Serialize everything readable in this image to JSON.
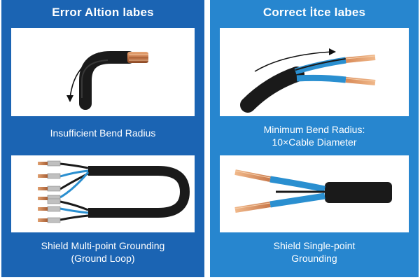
{
  "left": {
    "title": "Error Altion labes",
    "top_caption": "Insufficient Bend Radius",
    "bottom_caption_line1": "Shield Multi-point Grounding",
    "bottom_caption_line2": "(Ground Loop)"
  },
  "right": {
    "title": "Correct ⅰtce labes",
    "top_caption_line1": "Minimum Bend Radius:",
    "top_caption_line2": "10×Cable Diameter",
    "bottom_caption_line1": "Shield Single-point",
    "bottom_caption_line2": "Grounding"
  },
  "colors": {
    "left_bg": "#1b64b3",
    "right_bg": "#2786cf",
    "cable_jacket": "#1a1a1a",
    "insulation_blue": "#2a8fd0",
    "copper": "#c8784a"
  }
}
